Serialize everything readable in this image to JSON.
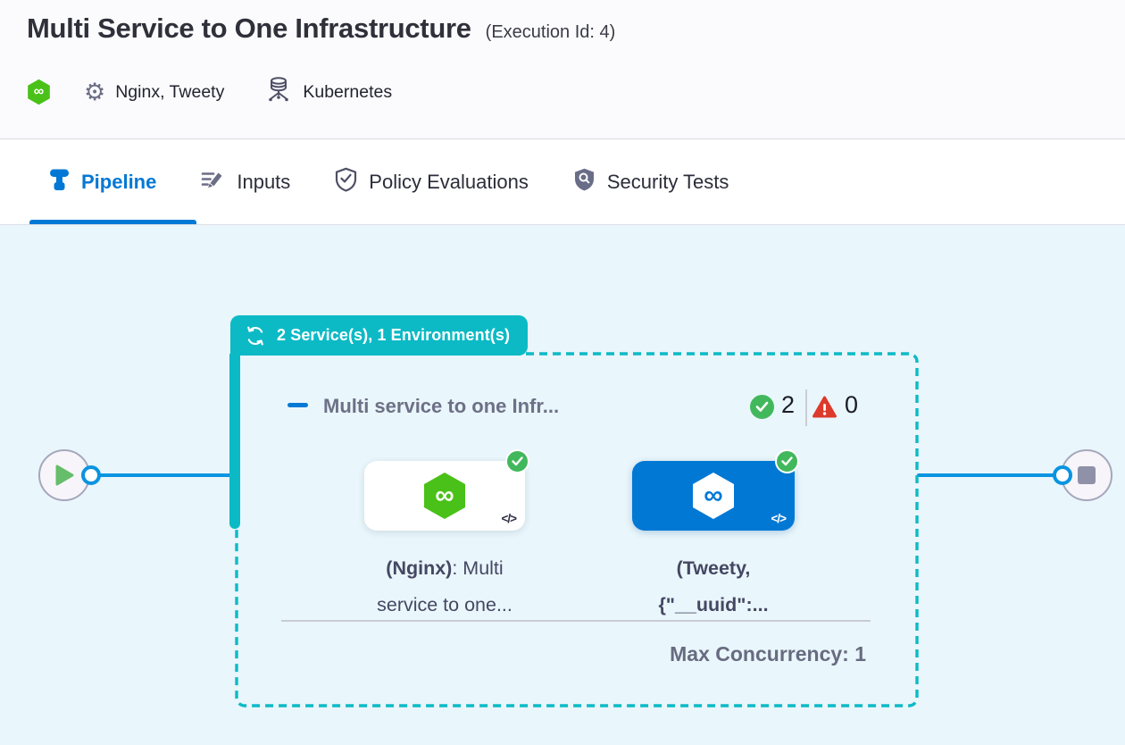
{
  "header": {
    "title": "Multi Service to One Infrastructure",
    "execution_id": "(Execution Id: 4)",
    "services": "Nginx, Tweety",
    "infrastructure": "Kubernetes"
  },
  "tabs": [
    {
      "label": "Pipeline",
      "active": true
    },
    {
      "label": "Inputs",
      "active": false
    },
    {
      "label": "Policy Evaluations",
      "active": false
    },
    {
      "label": "Security Tests",
      "active": false
    }
  ],
  "stage": {
    "badge_label": "2 Service(s), 1 Environment(s)",
    "title": "Multi service to one Infr...",
    "success_count": "2",
    "failure_count": "0",
    "max_concurrency": "Max Concurrency: 1",
    "services": [
      {
        "label_bold": "(Nginx)",
        "label_rest": ": Multi",
        "label_line2": "service to one...",
        "code_glyph": "</>",
        "selected": false
      },
      {
        "label_line1": "(Tweety,",
        "label_line2": "{\"__uuid\":...",
        "code_glyph": "</>",
        "selected": true
      }
    ]
  },
  "icons": {
    "infinity_glyph": "∞",
    "gear_glyph": "⚙"
  },
  "colors": {
    "teal": "#0CBAC6",
    "primary_blue": "#0278D5",
    "edge_blue": "#0994E1",
    "success_green": "#42B85C",
    "error_red": "#DD3A2B",
    "logo_green": "#4AC118",
    "canvas_bg": "#E9F6FB"
  }
}
